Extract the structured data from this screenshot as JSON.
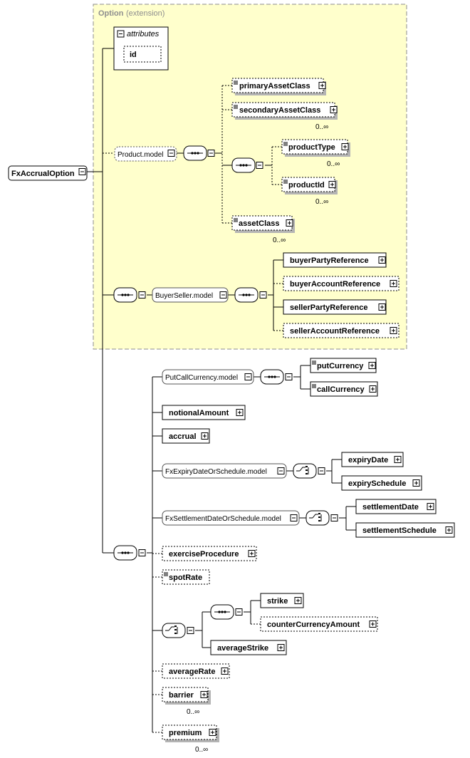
{
  "extension": {
    "title": "Option",
    "subtitle": "(extension)"
  },
  "attributes": {
    "title": "attributes",
    "items": [
      "id"
    ]
  },
  "root": {
    "label": "FxAccrualOption"
  },
  "product_model": {
    "label": "Product.model",
    "children": {
      "primaryAssetClass": "primaryAssetClass",
      "secondaryAssetClass": "secondaryAssetClass",
      "productType": "productType",
      "productId": "productId",
      "assetClass": "assetClass"
    }
  },
  "buyer_seller_model": {
    "label": "BuyerSeller.model",
    "children": [
      "buyerPartyReference",
      "buyerAccountReference",
      "sellerPartyReference",
      "sellerAccountReference"
    ]
  },
  "put_call_currency_model": {
    "label": "PutCallCurrency.model",
    "children": [
      "putCurrency",
      "callCurrency"
    ]
  },
  "elements": {
    "notionalAmount": "notionalAmount",
    "accrual": "accrual",
    "exerciseProcedure": "exerciseProcedure",
    "spotRate": "spotRate",
    "strike": "strike",
    "counterCurrencyAmount": "counterCurrencyAmount",
    "averageStrike": "averageStrike",
    "averageRate": "averageRate",
    "barrier": "barrier",
    "premium": "premium"
  },
  "expiry_model": {
    "label": "FxExpiryDateOrSchedule.model",
    "children": [
      "expiryDate",
      "expirySchedule"
    ]
  },
  "settlement_model": {
    "label": "FxSettlementDateOrSchedule.model",
    "children": [
      "settlementDate",
      "settlementSchedule"
    ]
  },
  "occurrence": {
    "unbounded": "0..∞"
  }
}
